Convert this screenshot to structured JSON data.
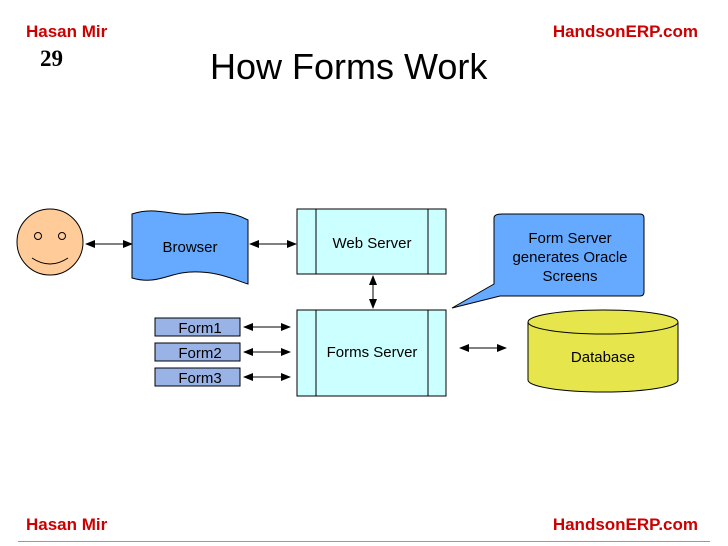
{
  "header": {
    "left": "Hasan Mir",
    "right": "HandsonERP.com",
    "slide_number": "29",
    "title": "How Forms Work"
  },
  "footer": {
    "left": "Hasan Mir",
    "right": "HandsonERP.com"
  },
  "diagram": {
    "browser": "Browser",
    "web_server": "Web Server",
    "forms_server": "Forms Server",
    "database": "Database",
    "callout": [
      "Form Server",
      "generates Oracle",
      "Screens"
    ],
    "forms": [
      "Form1",
      "Form2",
      "Form3"
    ]
  },
  "colors": {
    "header_text": "#cc0000",
    "browser_fill": "#66aaff",
    "server_fill": "#ccffff",
    "callout_fill": "#66aaff",
    "database_fill": "#e6e64c",
    "form_fill": "#99b3e6"
  }
}
